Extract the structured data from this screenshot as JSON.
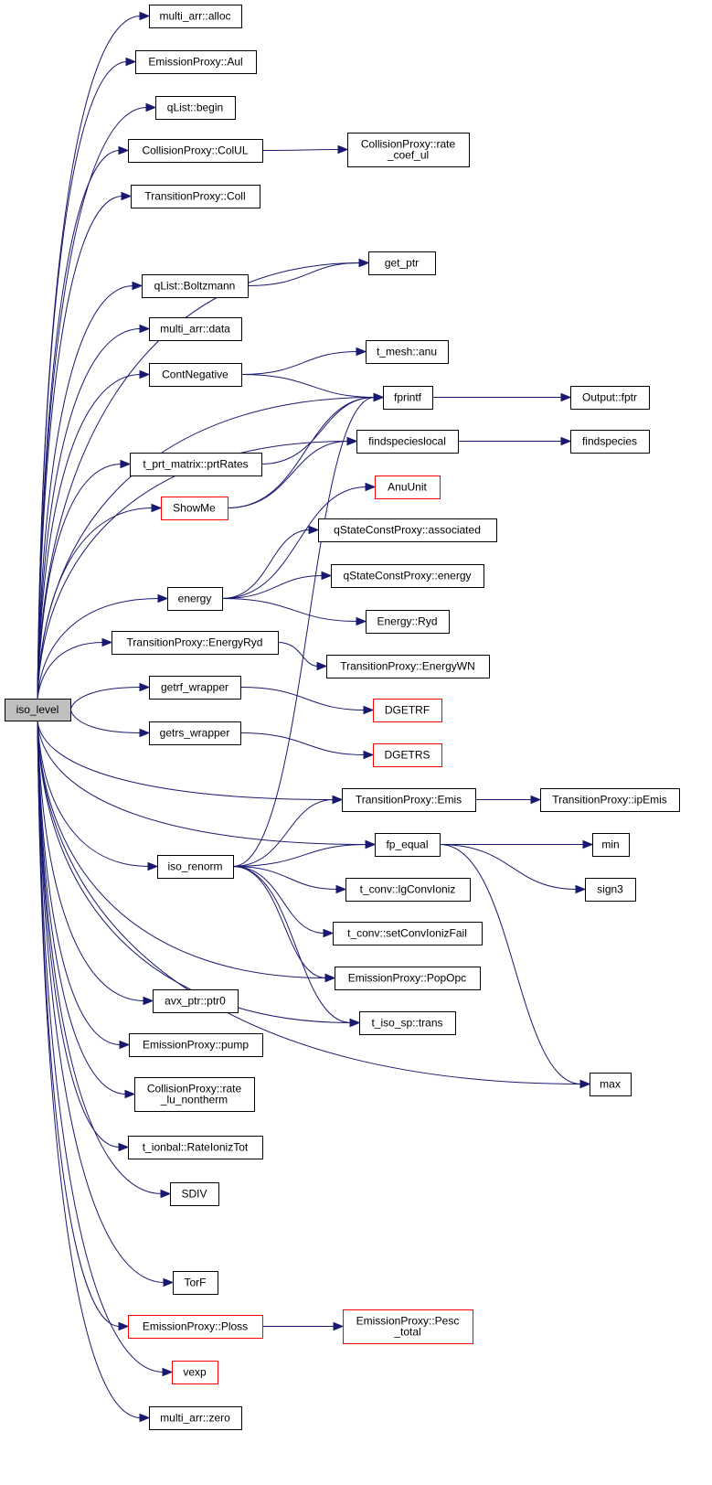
{
  "graph": {
    "edge_color": "#191970",
    "highlight_border_color": "#ff0000",
    "root_fill": "#bfbfbf",
    "nodes": [
      {
        "id": "iso_level",
        "lines": [
          "iso_level"
        ],
        "root": true
      },
      {
        "id": "multi_arr_alloc",
        "lines": [
          "multi_arr::alloc"
        ]
      },
      {
        "id": "EmissionProxy_Aul",
        "lines": [
          "EmissionProxy::Aul"
        ]
      },
      {
        "id": "qList_begin",
        "lines": [
          "qList::begin"
        ]
      },
      {
        "id": "CollisionProxy_ColUL",
        "lines": [
          "CollisionProxy::ColUL"
        ]
      },
      {
        "id": "CollisionProxy_rate_coef_ul",
        "lines": [
          "CollisionProxy::rate",
          "_coef_ul"
        ]
      },
      {
        "id": "TransitionProxy_Coll",
        "lines": [
          "TransitionProxy::Coll"
        ]
      },
      {
        "id": "get_ptr",
        "lines": [
          "get_ptr"
        ]
      },
      {
        "id": "qList_Boltzmann",
        "lines": [
          "qList::Boltzmann"
        ]
      },
      {
        "id": "multi_arr_data",
        "lines": [
          "multi_arr::data"
        ]
      },
      {
        "id": "t_mesh_anu",
        "lines": [
          "t_mesh::anu"
        ]
      },
      {
        "id": "ContNegative",
        "lines": [
          "ContNegative"
        ]
      },
      {
        "id": "fprintf",
        "lines": [
          "fprintf"
        ]
      },
      {
        "id": "Output_fptr",
        "lines": [
          "Output::fptr"
        ]
      },
      {
        "id": "findspecieslocal",
        "lines": [
          "findspecieslocal"
        ]
      },
      {
        "id": "findspecies",
        "lines": [
          "findspecies"
        ]
      },
      {
        "id": "t_prt_matrix_prtRates",
        "lines": [
          "t_prt_matrix::prtRates"
        ]
      },
      {
        "id": "AnuUnit",
        "lines": [
          "AnuUnit"
        ],
        "red": true
      },
      {
        "id": "ShowMe",
        "lines": [
          "ShowMe"
        ],
        "red": true
      },
      {
        "id": "qStateConstProxy_associated",
        "lines": [
          "qStateConstProxy::associated"
        ]
      },
      {
        "id": "qStateConstProxy_energy",
        "lines": [
          "qStateConstProxy::energy"
        ]
      },
      {
        "id": "energy",
        "lines": [
          "energy"
        ]
      },
      {
        "id": "Energy_Ryd",
        "lines": [
          "Energy::Ryd"
        ]
      },
      {
        "id": "TransitionProxy_EnergyRyd",
        "lines": [
          "TransitionProxy::EnergyRyd"
        ]
      },
      {
        "id": "TransitionProxy_EnergyWN",
        "lines": [
          "TransitionProxy::EnergyWN"
        ]
      },
      {
        "id": "getrf_wrapper",
        "lines": [
          "getrf_wrapper"
        ]
      },
      {
        "id": "DGETRF",
        "lines": [
          "DGETRF"
        ],
        "red": true
      },
      {
        "id": "getrs_wrapper",
        "lines": [
          "getrs_wrapper"
        ]
      },
      {
        "id": "DGETRS",
        "lines": [
          "DGETRS"
        ],
        "red": true
      },
      {
        "id": "TransitionProxy_Emis",
        "lines": [
          "TransitionProxy::Emis"
        ]
      },
      {
        "id": "TransitionProxy_ipEmis",
        "lines": [
          "TransitionProxy::ipEmis"
        ]
      },
      {
        "id": "fp_equal",
        "lines": [
          "fp_equal"
        ]
      },
      {
        "id": "min",
        "lines": [
          "min"
        ]
      },
      {
        "id": "iso_renorm",
        "lines": [
          "iso_renorm"
        ]
      },
      {
        "id": "sign3",
        "lines": [
          "sign3"
        ]
      },
      {
        "id": "t_conv_lgConvIoniz",
        "lines": [
          "t_conv::lgConvIoniz"
        ]
      },
      {
        "id": "t_conv_setConvIonizFail",
        "lines": [
          "t_conv::setConvIonizFail"
        ]
      },
      {
        "id": "EmissionProxy_PopOpc",
        "lines": [
          "EmissionProxy::PopOpc"
        ]
      },
      {
        "id": "avx_ptr_ptr0",
        "lines": [
          "avx_ptr::ptr0"
        ]
      },
      {
        "id": "t_iso_sp_trans",
        "lines": [
          "t_iso_sp::trans"
        ]
      },
      {
        "id": "EmissionProxy_pump",
        "lines": [
          "EmissionProxy::pump"
        ]
      },
      {
        "id": "CollisionProxy_rate_lu_nontherm",
        "lines": [
          "CollisionProxy::rate",
          "_lu_nontherm"
        ]
      },
      {
        "id": "max",
        "lines": [
          "max"
        ]
      },
      {
        "id": "t_ionbal_RateIonizTot",
        "lines": [
          "t_ionbal::RateIonizTot"
        ]
      },
      {
        "id": "SDIV",
        "lines": [
          "SDIV"
        ]
      },
      {
        "id": "TorF",
        "lines": [
          "TorF"
        ]
      },
      {
        "id": "EmissionProxy_Ploss",
        "lines": [
          "EmissionProxy::Ploss"
        ],
        "red": true
      },
      {
        "id": "EmissionProxy_Pesc_total",
        "lines": [
          "EmissionProxy::Pesc",
          "_total"
        ],
        "red": true
      },
      {
        "id": "vexp",
        "lines": [
          "vexp"
        ],
        "red": true
      },
      {
        "id": "multi_arr_zero",
        "lines": [
          "multi_arr::zero"
        ]
      }
    ],
    "edges": [
      {
        "from": "iso_level",
        "to": "multi_arr_alloc"
      },
      {
        "from": "iso_level",
        "to": "EmissionProxy_Aul"
      },
      {
        "from": "iso_level",
        "to": "qList_begin"
      },
      {
        "from": "iso_level",
        "to": "CollisionProxy_ColUL"
      },
      {
        "from": "CollisionProxy_ColUL",
        "to": "CollisionProxy_rate_coef_ul"
      },
      {
        "from": "iso_level",
        "to": "TransitionProxy_Coll"
      },
      {
        "from": "iso_level",
        "to": "get_ptr"
      },
      {
        "from": "iso_level",
        "to": "qList_Boltzmann"
      },
      {
        "from": "qList_Boltzmann",
        "to": "get_ptr"
      },
      {
        "from": "iso_level",
        "to": "multi_arr_data"
      },
      {
        "from": "iso_level",
        "to": "ContNegative"
      },
      {
        "from": "ContNegative",
        "to": "t_mesh_anu"
      },
      {
        "from": "ContNegative",
        "to": "fprintf"
      },
      {
        "from": "iso_level",
        "to": "fprintf"
      },
      {
        "from": "fprintf",
        "to": "Output_fptr"
      },
      {
        "from": "iso_level",
        "to": "t_prt_matrix_prtRates"
      },
      {
        "from": "t_prt_matrix_prtRates",
        "to": "fprintf"
      },
      {
        "from": "iso_level",
        "to": "ShowMe"
      },
      {
        "from": "ShowMe",
        "to": "fprintf"
      },
      {
        "from": "ShowMe",
        "to": "findspecieslocal"
      },
      {
        "from": "iso_level",
        "to": "findspecieslocal"
      },
      {
        "from": "findspecieslocal",
        "to": "findspecies"
      },
      {
        "from": "iso_level",
        "to": "energy"
      },
      {
        "from": "energy",
        "to": "AnuUnit"
      },
      {
        "from": "energy",
        "to": "qStateConstProxy_associated"
      },
      {
        "from": "energy",
        "to": "qStateConstProxy_energy"
      },
      {
        "from": "energy",
        "to": "Energy_Ryd"
      },
      {
        "from": "iso_level",
        "to": "TransitionProxy_EnergyRyd"
      },
      {
        "from": "TransitionProxy_EnergyRyd",
        "to": "TransitionProxy_EnergyWN"
      },
      {
        "from": "iso_level",
        "to": "getrf_wrapper"
      },
      {
        "from": "getrf_wrapper",
        "to": "DGETRF"
      },
      {
        "from": "iso_level",
        "to": "getrs_wrapper"
      },
      {
        "from": "getrs_wrapper",
        "to": "DGETRS"
      },
      {
        "from": "iso_level",
        "to": "TransitionProxy_Emis"
      },
      {
        "from": "TransitionProxy_Emis",
        "to": "TransitionProxy_ipEmis"
      },
      {
        "from": "iso_level",
        "to": "fp_equal"
      },
      {
        "from": "fp_equal",
        "to": "min"
      },
      {
        "from": "fp_equal",
        "to": "sign3"
      },
      {
        "from": "fp_equal",
        "to": "max"
      },
      {
        "from": "iso_level",
        "to": "iso_renorm"
      },
      {
        "from": "iso_renorm",
        "to": "fprintf"
      },
      {
        "from": "iso_renorm",
        "to": "TransitionProxy_Emis"
      },
      {
        "from": "iso_renorm",
        "to": "fp_equal"
      },
      {
        "from": "iso_renorm",
        "to": "t_conv_lgConvIoniz"
      },
      {
        "from": "iso_renorm",
        "to": "t_conv_setConvIonizFail"
      },
      {
        "from": "iso_renorm",
        "to": "EmissionProxy_PopOpc"
      },
      {
        "from": "iso_renorm",
        "to": "t_iso_sp_trans"
      },
      {
        "from": "iso_level",
        "to": "EmissionProxy_PopOpc"
      },
      {
        "from": "iso_level",
        "to": "t_iso_sp_trans"
      },
      {
        "from": "iso_level",
        "to": "avx_ptr_ptr0"
      },
      {
        "from": "iso_level",
        "to": "EmissionProxy_pump"
      },
      {
        "from": "iso_level",
        "to": "CollisionProxy_rate_lu_nontherm"
      },
      {
        "from": "iso_level",
        "to": "t_ionbal_RateIonizTot"
      },
      {
        "from": "iso_level",
        "to": "SDIV"
      },
      {
        "from": "iso_level",
        "to": "max"
      },
      {
        "from": "iso_level",
        "to": "TorF"
      },
      {
        "from": "iso_level",
        "to": "EmissionProxy_Ploss"
      },
      {
        "from": "EmissionProxy_Ploss",
        "to": "EmissionProxy_Pesc_total"
      },
      {
        "from": "iso_level",
        "to": "vexp"
      },
      {
        "from": "iso_level",
        "to": "multi_arr_zero"
      }
    ]
  }
}
